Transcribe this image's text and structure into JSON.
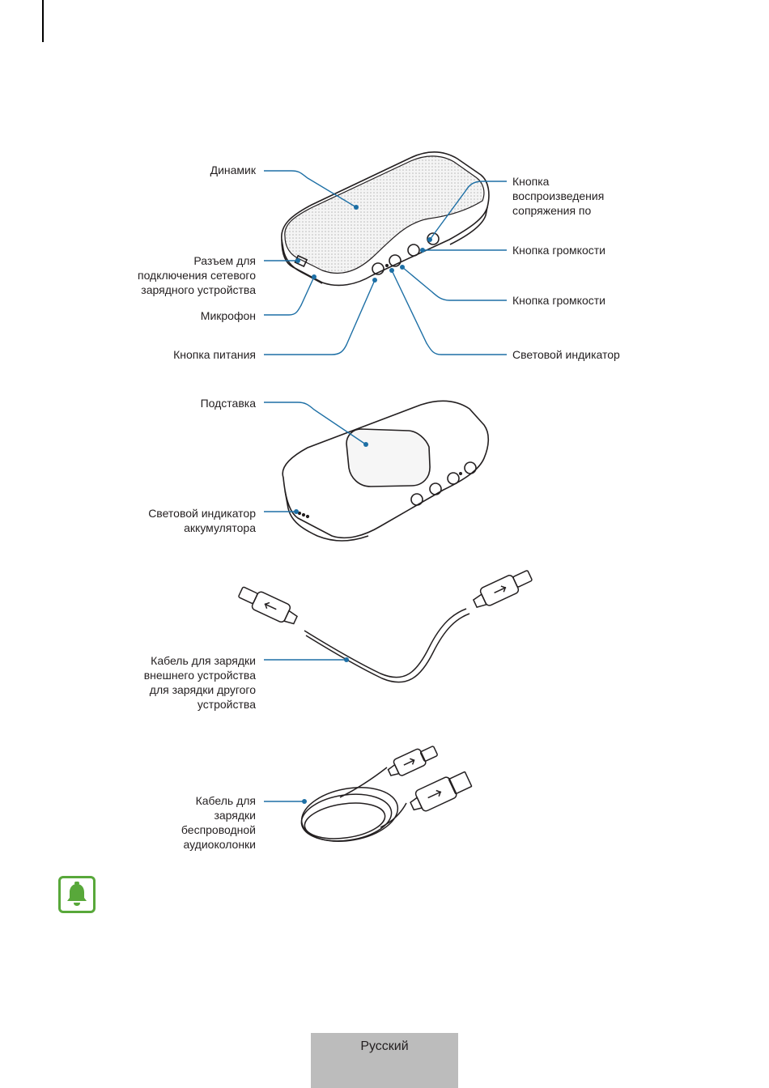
{
  "figure1": {
    "speaker": "Динамик",
    "play_pair_button": [
      "Кнопка",
      "воспроизведения",
      "сопряжения по"
    ],
    "volume_button_1": "Кнопка громкости",
    "charger_port": [
      "Разъем для",
      "подключения сетевого",
      "зарядного устройства"
    ],
    "volume_button_2": "Кнопка громкости",
    "microphone": "Микрофон",
    "power_button": "Кнопка питания",
    "indicator_light": "Световой индикатор"
  },
  "figure2": {
    "stand": "Подставка",
    "battery_indicator": [
      "Световой индикатор",
      "аккумулятора"
    ]
  },
  "figure3": {
    "cable_label": [
      "Кабель для зарядки",
      "внешнего устройства",
      "для зарядки другого",
      "устройства"
    ]
  },
  "figure4": {
    "cable_label": [
      "Кабель для",
      "зарядки",
      "беспроводной",
      "аудиоколонки"
    ]
  },
  "note_icon": "bell-icon",
  "footer": {
    "language": "Русский"
  },
  "colors": {
    "leader_line": "#1d6fa5",
    "note_accent": "#58a83a",
    "footer_tab": "#bcbcbc"
  }
}
